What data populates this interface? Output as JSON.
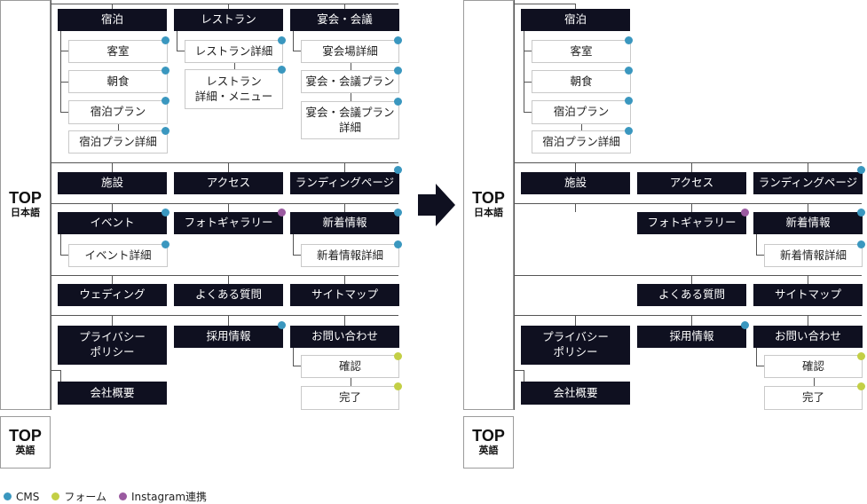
{
  "colors": {
    "cms": "#3a97bf",
    "form": "#c3cf45",
    "instagram": "#9a5aa0",
    "dark_box": "#0f1020"
  },
  "legend": {
    "cms": "CMS",
    "form": "フォーム",
    "instagram": "Instagram連携"
  },
  "top_jp": {
    "title": "TOP",
    "sub": "日本語"
  },
  "top_en": {
    "title": "TOP",
    "sub": "英語"
  },
  "pages": {
    "lodging": "宿泊",
    "room": "客室",
    "breakfast": "朝食",
    "lodging_plan": "宿泊プラン",
    "lodging_plan_detail": "宿泊プラン詳細",
    "restaurant": "レストラン",
    "restaurant_detail": "レストラン詳細",
    "restaurant_menu": "レストラン\n詳細・メニュー",
    "banquet": "宴会・会議",
    "banquet_venue_detail": "宴会場詳細",
    "banquet_plan": "宴会・会議プラン",
    "banquet_plan_detail": "宴会・会議プラン\n詳細",
    "facilities": "施設",
    "access": "アクセス",
    "landing": "ランディングページ",
    "event": "イベント",
    "event_detail": "イベント詳細",
    "photo_gallery": "フォトギャラリー",
    "news": "新着情報",
    "news_detail": "新着情報詳細",
    "wedding": "ウェディング",
    "faq": "よくある質問",
    "sitemap": "サイトマップ",
    "privacy": "プライバシー\nポリシー",
    "recruit": "採用情報",
    "contact": "お問い合わせ",
    "confirm": "確認",
    "complete": "完了",
    "company": "会社概要"
  }
}
